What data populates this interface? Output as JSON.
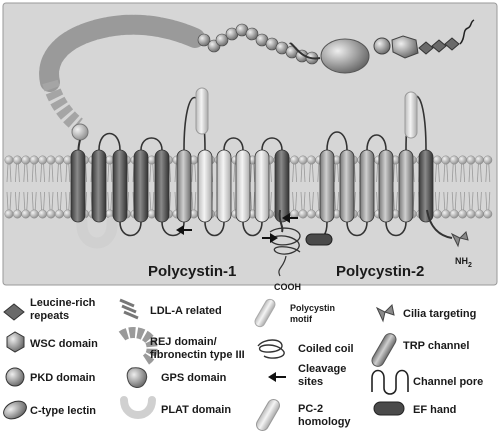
{
  "proteins": {
    "pc1_label": "Polycystin-1",
    "pc2_label": "Polycystin-2",
    "cooh_label": "COOH",
    "nh2_label": "NH",
    "nh2_sub": "2"
  },
  "legend": {
    "leucine": [
      "Leucine-rich",
      "repeats"
    ],
    "wsc": "WSC domain",
    "pkd": "PKD domain",
    "lectin": "C-type lectin",
    "ldl": "LDL-A related",
    "rej": [
      "REJ domain/",
      "fibronectin type III"
    ],
    "gps": "GPS domain",
    "plat": "PLAT domain",
    "polycystin_motif": [
      "Polycystin",
      "motif"
    ],
    "coiled": "Coiled coil",
    "cleavage": [
      "Cleavage",
      "sites"
    ],
    "pc2_homology": [
      "PC-2",
      "homology"
    ],
    "cilia": "Cilia targeting",
    "trp": "TRP channel",
    "pore": "Channel pore",
    "ef": "EF hand"
  },
  "colors": {
    "background_panel": "#d9d9d9",
    "helix_dark": "#5a5a5a",
    "helix_medium": "#9c9c9c",
    "helix_light": "#dcdcdc",
    "membrane_head": "#bdbdbd"
  }
}
